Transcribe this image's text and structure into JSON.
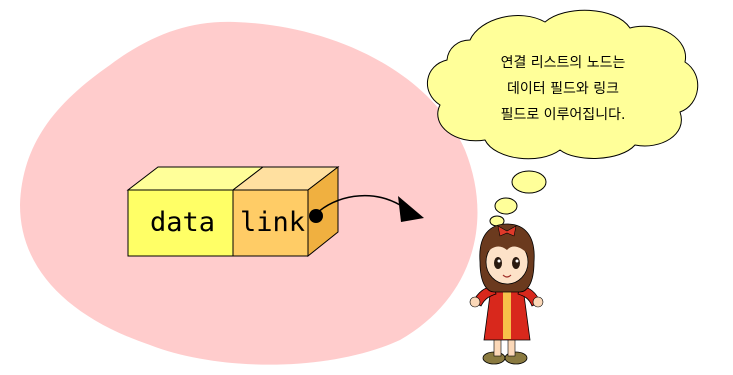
{
  "node": {
    "data_label": "data",
    "link_label": "link"
  },
  "thought": {
    "lines": [
      "연결 리스트의 노드는",
      "데이터 필드와 링크",
      "필드로 이루어집니다."
    ]
  },
  "colors": {
    "background_blob": "#ffcccc",
    "data_face": "#ffff66",
    "data_top": "#ffff99",
    "link_face": "#ffcc66",
    "link_top": "#ffe0a0",
    "link_side": "#f0b040",
    "bubble_fill": "#ffff99",
    "outline": "#000000"
  }
}
